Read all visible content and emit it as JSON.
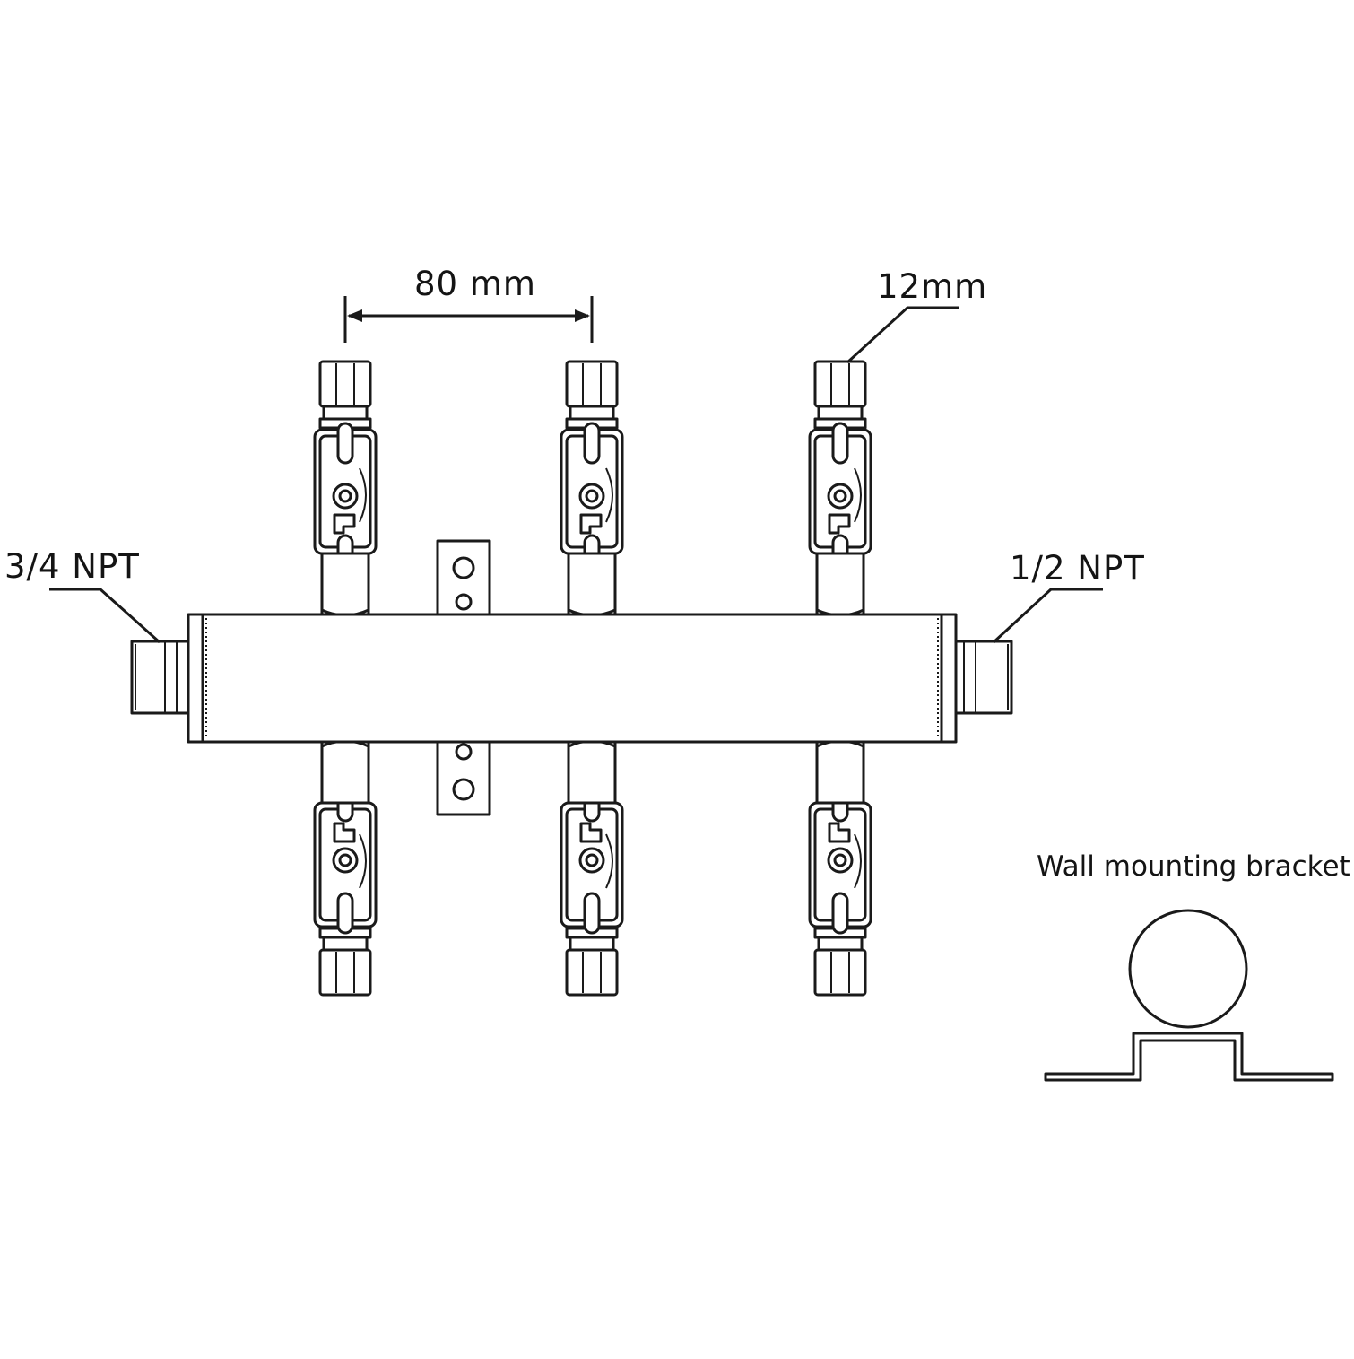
{
  "labels": {
    "outlet_spacing": "80 mm",
    "outlet_size": "12mm",
    "inlet_left": "3/4 NPT",
    "inlet_right": "1/2 NPT",
    "bracket": "Wall mounting bracket"
  },
  "diagram": {
    "valves_top": 3,
    "valves_bottom": 3,
    "mounting_tabs": 2,
    "line_color": "#1a1a1a",
    "background": "#ffffff"
  }
}
